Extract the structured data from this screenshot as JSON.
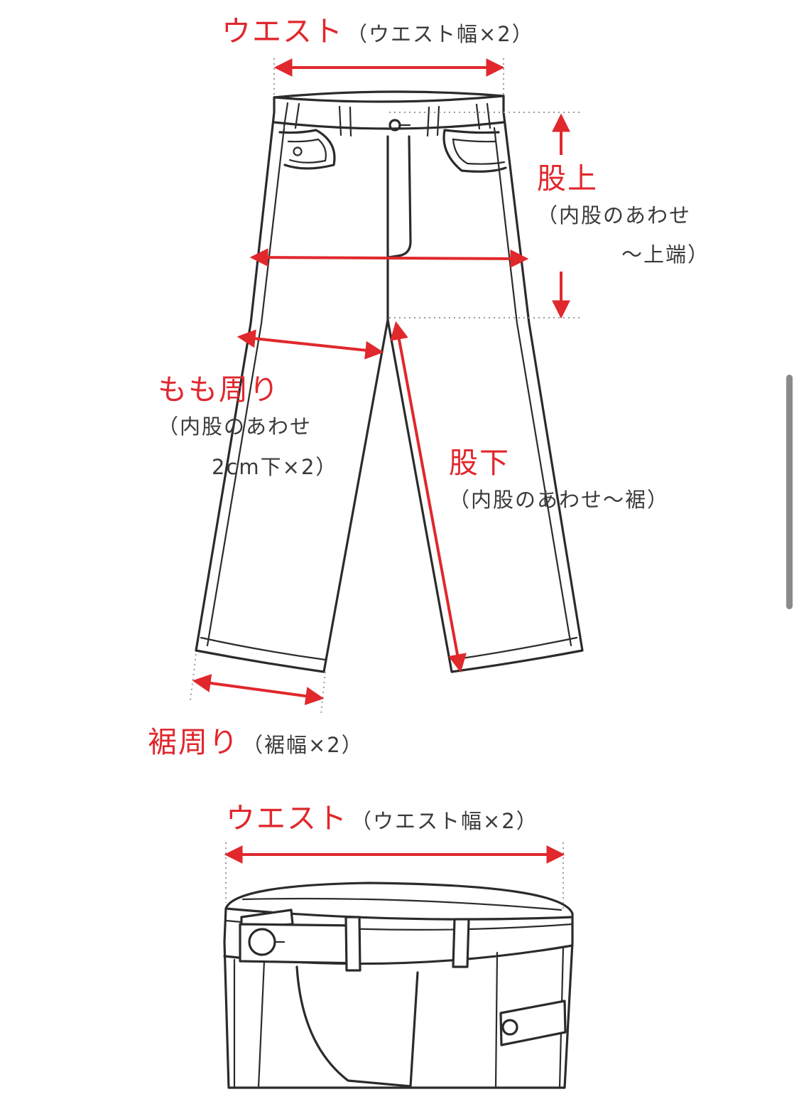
{
  "colors": {
    "accent": "#e0282d",
    "note": "#3a3a3a",
    "outline": "#2b2b2b"
  },
  "labels": {
    "waist_top": {
      "title": "ウエスト",
      "note": "（ウエスト幅×2）"
    },
    "rise": {
      "title": "股上",
      "note_line1": "（内股のあわせ",
      "note_line2": "～上端）"
    },
    "thigh": {
      "title": "もも周り",
      "note_line1": "（内股のあわせ",
      "note_line2": "2cm下×2）"
    },
    "inseam": {
      "title": "股下",
      "note": "（内股のあわせ～裾）"
    },
    "hem": {
      "title": "裾周り",
      "note": "（裾幅×2）"
    },
    "waist_bottom": {
      "title": "ウエスト",
      "note": "（ウエスト幅×2）"
    }
  },
  "icons": {
    "pants_full": "pants-front-illustration",
    "pants_waistband": "pants-waistband-closeup-illustration"
  }
}
